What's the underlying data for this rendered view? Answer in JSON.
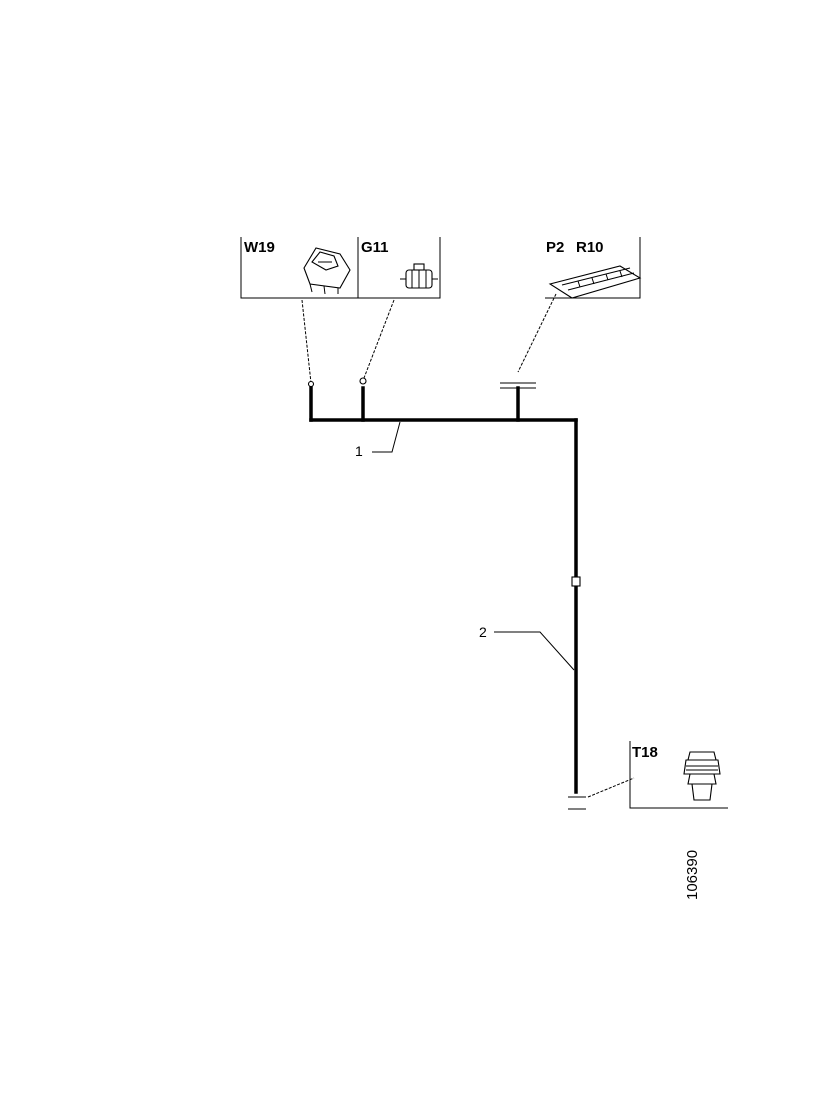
{
  "components": {
    "w19": {
      "code": "W19"
    },
    "g11": {
      "code": "G11"
    },
    "p2": {
      "code": "P2"
    },
    "r10": {
      "code": "R10"
    },
    "t18": {
      "code": "T18"
    }
  },
  "callouts": {
    "harness_1": "1",
    "harness_2": "2"
  },
  "figure_number": "106390"
}
